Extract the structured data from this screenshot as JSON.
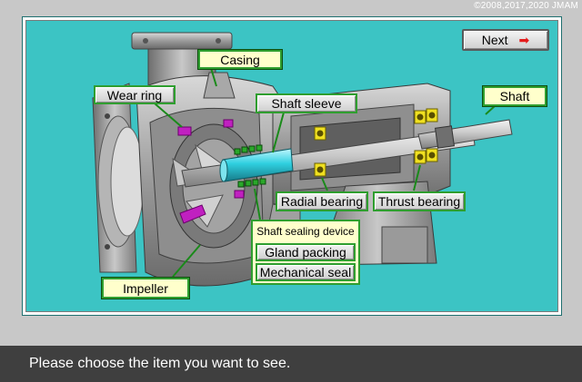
{
  "copyright": "©2008,2017,2020 JMAM",
  "nav": {
    "next_label": "Next",
    "next_icon": "right-arrow-icon"
  },
  "labels": {
    "casing": "Casing",
    "wear_ring": "Wear ring",
    "shaft_sleeve": "Shaft sleeve",
    "shaft": "Shaft",
    "radial_bearing": "Radial bearing",
    "thrust_bearing": "Thrust bearing",
    "shaft_sealing_device": "Shaft sealing device",
    "gland_packing": "Gland packing",
    "mechanical_seal": "Mechanical seal",
    "impeller": "Impeller"
  },
  "status": {
    "message": "Please choose the item you want to see."
  },
  "colors": {
    "panel_bg": "#3cc4c4",
    "label_fill": "#ffffcc",
    "label_border": "#2f9e2f",
    "shaft_sleeve_highlight": "#2fd0e0",
    "wear_ring_highlight": "#c020c0",
    "bearing_highlight": "#f0e020",
    "status_bar_bg": "#3f3f3f"
  }
}
